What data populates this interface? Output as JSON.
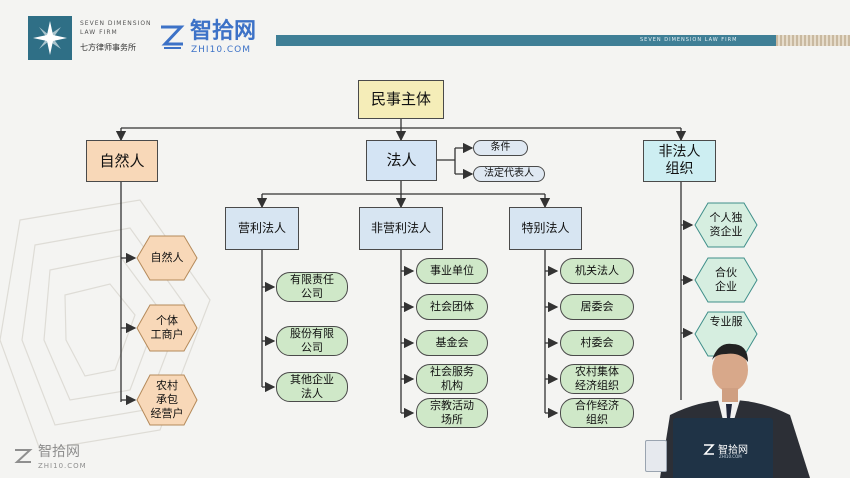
{
  "header": {
    "firm_en_line1": "SEVEN DIMENSION",
    "firm_en_line2": "LAW FIRM",
    "firm_cn": "七方律师事务所",
    "brand_cn": "智拾网",
    "brand_url": "ZHI10.COM",
    "banner_text": "SEVEN DIMENSION LAW FIRM"
  },
  "diagram": {
    "root": "民事主体",
    "natural_person": "自然人",
    "legal_person": "法人",
    "non_legal": [
      "非法人",
      "组织"
    ],
    "conditions": "条件",
    "legal_rep": "法定代表人",
    "categories": [
      "营利法人",
      "非营利法人",
      "特别法人"
    ],
    "natural_children": [
      [
        "自然人"
      ],
      [
        "个体",
        "工商户"
      ],
      [
        "农村",
        "承包",
        "经营户"
      ]
    ],
    "profit_children": [
      [
        "有限责任",
        "公司"
      ],
      [
        "股份有限",
        "公司"
      ],
      [
        "其他企业",
        "法人"
      ]
    ],
    "nonprofit_children": [
      [
        "事业单位"
      ],
      [
        "社会团体"
      ],
      [
        "基金会"
      ],
      [
        "社会服务",
        "机构"
      ],
      [
        "宗教活动",
        "场所"
      ]
    ],
    "special_children": [
      [
        "机关法人"
      ],
      [
        "居委会"
      ],
      [
        "村委会"
      ],
      [
        "农村集体",
        "经济组织"
      ],
      [
        "合作经济",
        "组织"
      ]
    ],
    "nonlegal_children": [
      [
        "个人独",
        "资企业"
      ],
      [
        "合伙",
        "企业"
      ],
      [
        "专业服"
      ]
    ]
  },
  "footer": {
    "watermark_cn": "智拾网",
    "watermark_url": "ZHI10.COM",
    "laptop_brand": "智拾网",
    "laptop_url": "ZHI10.COM"
  },
  "colors": {
    "banner": "#3f7f96",
    "hex_fill": "#d6eee0",
    "hex_stroke": "#3f8f8a"
  }
}
